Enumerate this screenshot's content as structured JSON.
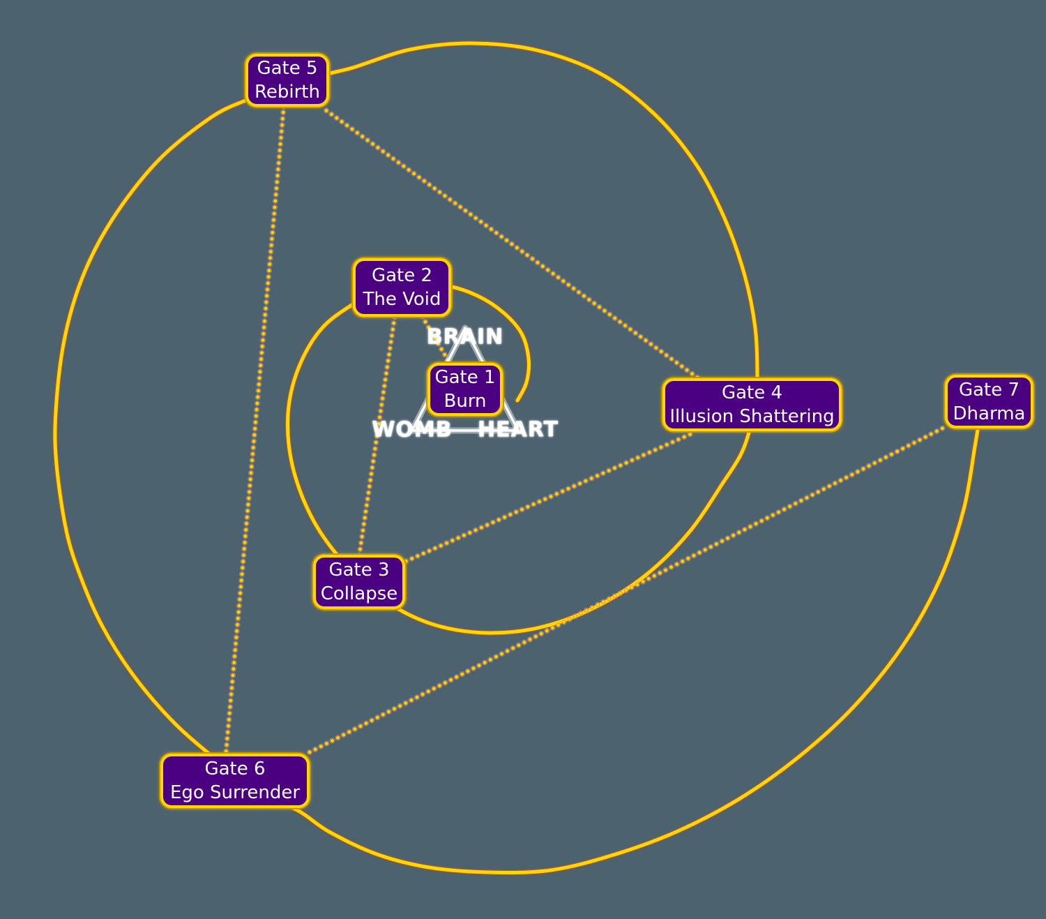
{
  "diagram": {
    "gates": [
      {
        "number": "Gate 1",
        "name": "Burn"
      },
      {
        "number": "Gate 2",
        "name": "The Void"
      },
      {
        "number": "Gate 3",
        "name": "Collapse"
      },
      {
        "number": "Gate 4",
        "name": "Illusion Shattering"
      },
      {
        "number": "Gate 5",
        "name": "Rebirth"
      },
      {
        "number": "Gate 6",
        "name": "Ego Surrender"
      },
      {
        "number": "Gate 7",
        "name": "Dharma"
      }
    ],
    "triangle_labels": {
      "top": "BRAIN",
      "bottom_left": "WOMB",
      "bottom_right": "HEART"
    },
    "journey_sequence": [
      "Gate 1",
      "Gate 2",
      "Gate 3",
      "Gate 4",
      "Gate 5",
      "Gate 6",
      "Gate 7"
    ],
    "colors": {
      "background": "#4d626f",
      "spiral": "#FFD700",
      "spiral_fringe": "#E34E00",
      "gate_fill": "#4B0082",
      "gate_border": "#FFD700",
      "gate_text": "#FFFFFF",
      "triangle": "#FFFFFF"
    }
  }
}
